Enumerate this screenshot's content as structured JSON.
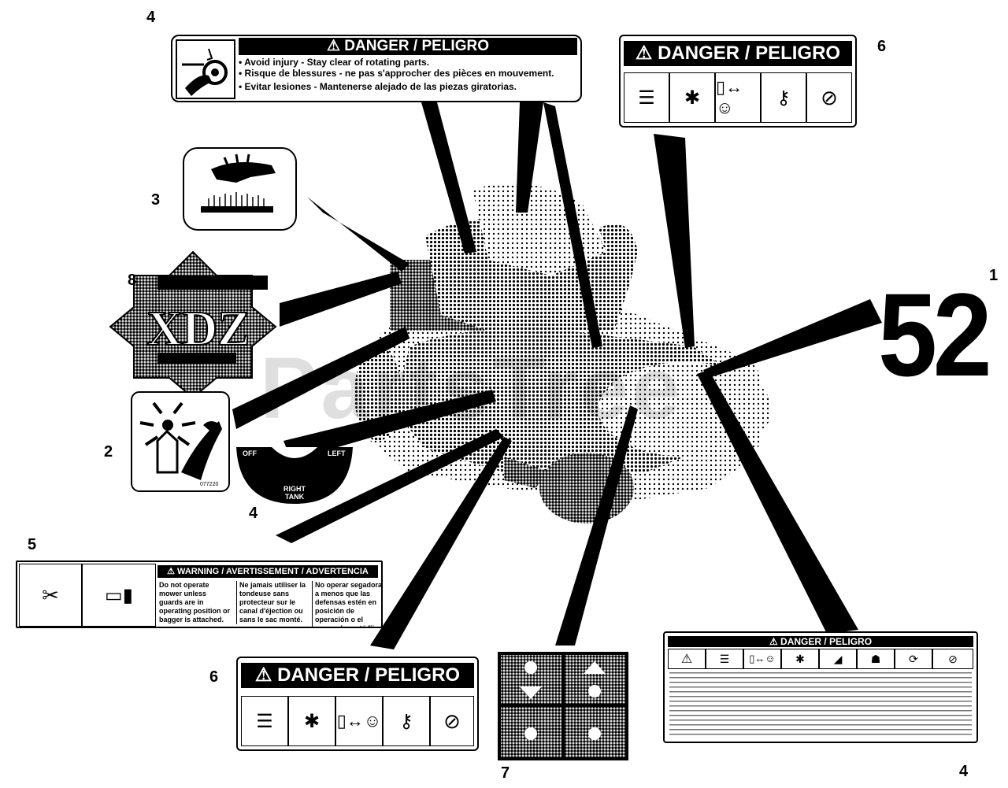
{
  "watermark": "PartsTree",
  "callouts": {
    "c1": "1",
    "c2": "2",
    "c3": "3",
    "c4a": "4",
    "c4b": "4",
    "c4c": "4",
    "c5": "5",
    "c6a": "6",
    "c6b": "6",
    "c7": "7",
    "c8": "8"
  },
  "deck_size": "52",
  "decal_rotating": {
    "header": "⚠ DANGER / PELIGRO",
    "lines": [
      "• Avoid injury - Stay clear of rotating parts.",
      "• Risque de blessures - ne pas s'approcher des pièces en mouvement.",
      "• Evitar lesiones - Mantenerse alejado de las piezas giratorias."
    ]
  },
  "decal_danger_top": {
    "header": "⚠ DANGER / PELIGRO"
  },
  "decal_danger_bottom": {
    "header": "⚠ DANGER / PELIGRO"
  },
  "decal_fuel": {
    "left": "LEFT",
    "right_tank": "RIGHT TANK",
    "off": "OFF",
    "part": "077220"
  },
  "decal_warning": {
    "header": "⚠ WARNING / AVERTISSEMENT / ADVERTENCIA",
    "col1": "Do not operate mower unless guards are in operating position or bagger is attached.",
    "col2": "Ne jamais utiliser la tondeuse sans protecteur sur le canal d'éjection ou sans le sac monté.",
    "col3": "No operar segadora a menos que las defensas estén en posición de operación o el recogedor esté fijo."
  },
  "decal_big": {
    "header": "⚠ DANGER / PELIGRO"
  },
  "colors": {
    "ink": "#000000",
    "paper": "#ffffff",
    "halftone": "#555555"
  }
}
